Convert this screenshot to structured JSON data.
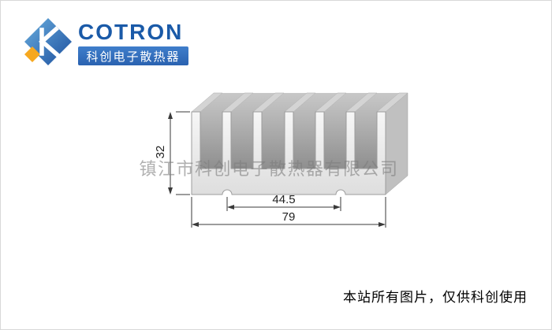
{
  "logo": {
    "brand": "COTRON",
    "badge": "科创电子散热器"
  },
  "drawing": {
    "height_label": "32",
    "hole_pitch_label": "44.5",
    "width_label": "79"
  },
  "watermark": "镇江市科创电子散热器有限公司",
  "footer": {
    "note": "本站所有图片，仅供科创使用"
  },
  "colors": {
    "brand_blue": "#1a5aa8",
    "badge_blue": "#2f6cbe",
    "logo_orange": "#f6a820",
    "dim_line": "#3a3a3a",
    "metal_light": "#f2f2f2",
    "metal_mid": "#d4d4d4",
    "metal_dark": "#8f8f8f",
    "watermark_gray": "#7d7d7d"
  }
}
